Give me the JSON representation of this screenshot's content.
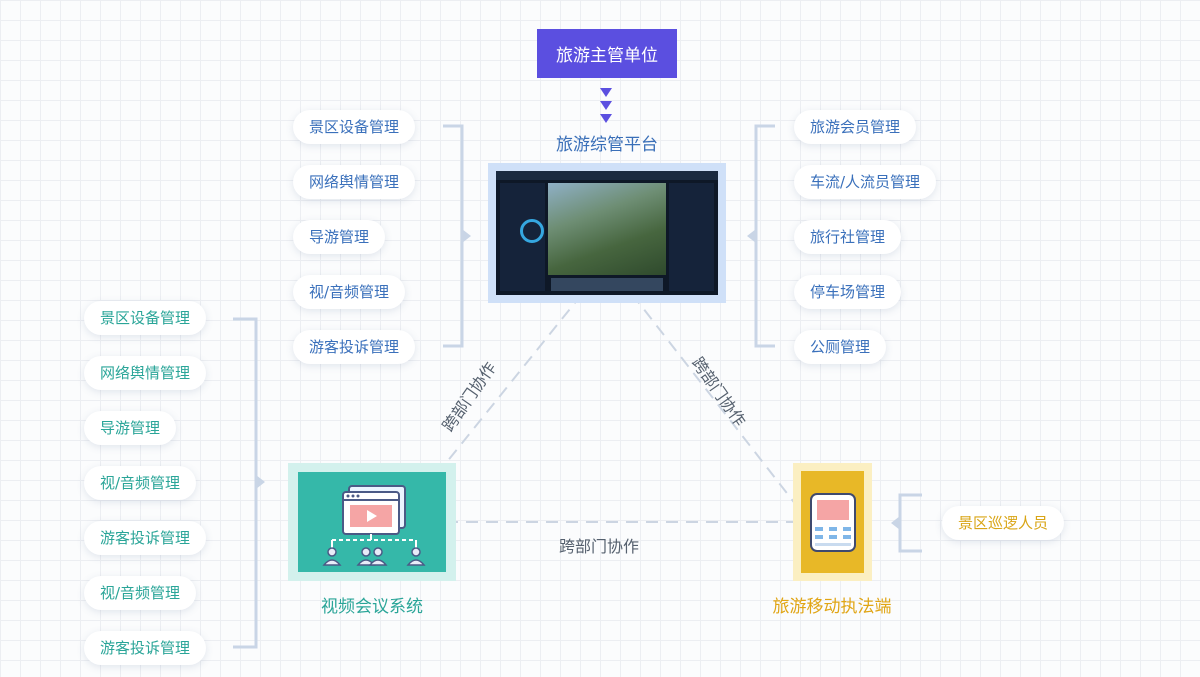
{
  "top_unit": "旅游主管单位",
  "platform": {
    "title": "旅游综管平台"
  },
  "left_top_list": [
    "景区设备管理",
    "网络舆情管理",
    "导游管理",
    "视/音频管理",
    "游客投诉管理"
  ],
  "right_top_list": [
    "旅游会员管理",
    "车流/人流员管理",
    "旅行社管理",
    "停车场管理",
    "公厕管理"
  ],
  "left_bottom_list": [
    "景区设备管理",
    "网络舆情管理",
    "导游管理",
    "视/音频管理",
    "游客投诉管理",
    "视/音频管理",
    "游客投诉管理"
  ],
  "video_system": {
    "title": "视频会议系统"
  },
  "mobile_system": {
    "title": "旅游移动执法端"
  },
  "patrol": "景区巡逻人员",
  "collab": {
    "left": "跨部门协作",
    "right": "跨部门协作",
    "bottom": "跨部门协作"
  },
  "colors": {
    "primary": "#5b4fe0",
    "blue": "#3a70bb",
    "green": "#2aa598",
    "gold": "#d9a516",
    "bracket": "#c9d5e6"
  }
}
